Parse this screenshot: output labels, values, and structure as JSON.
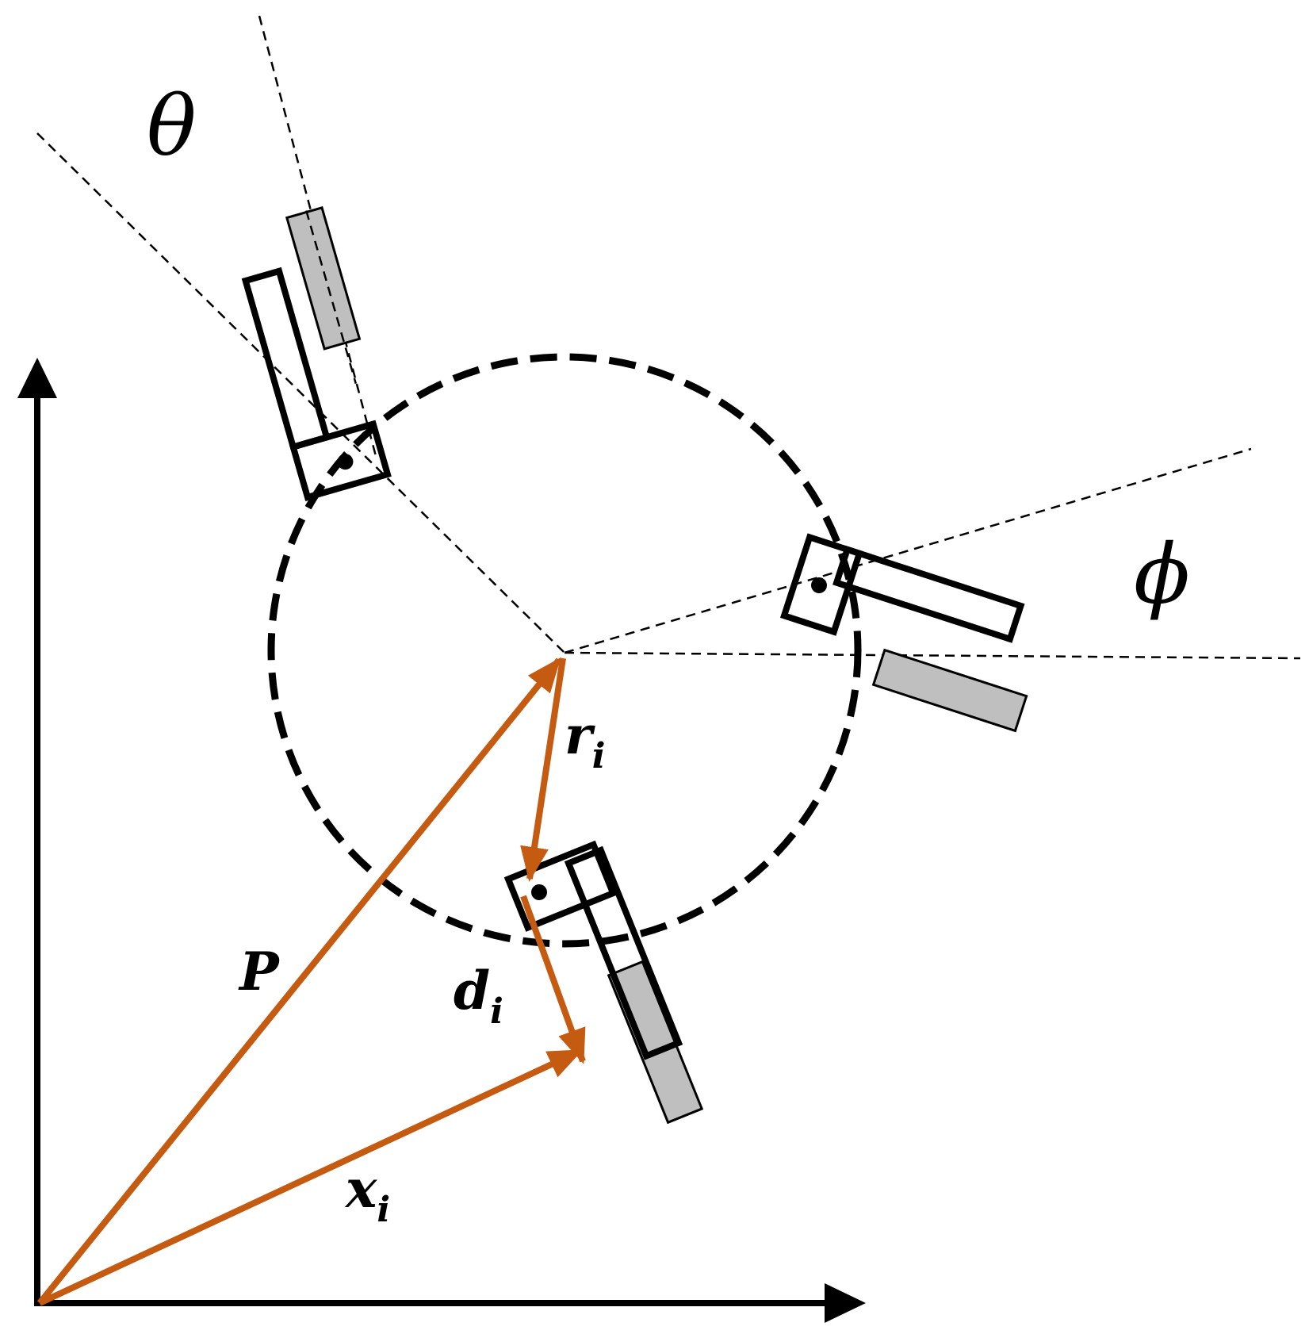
{
  "colors": {
    "vector": "#c55a11",
    "outline": "#000000",
    "tool_fill": "#bfbfbf",
    "background": "#ffffff"
  },
  "labels": {
    "theta": "θ",
    "phi": "ϕ",
    "r": "r",
    "r_sub": "i",
    "P": "P",
    "d": "d",
    "d_sub": "i",
    "x": "x",
    "x_sub": "i"
  }
}
